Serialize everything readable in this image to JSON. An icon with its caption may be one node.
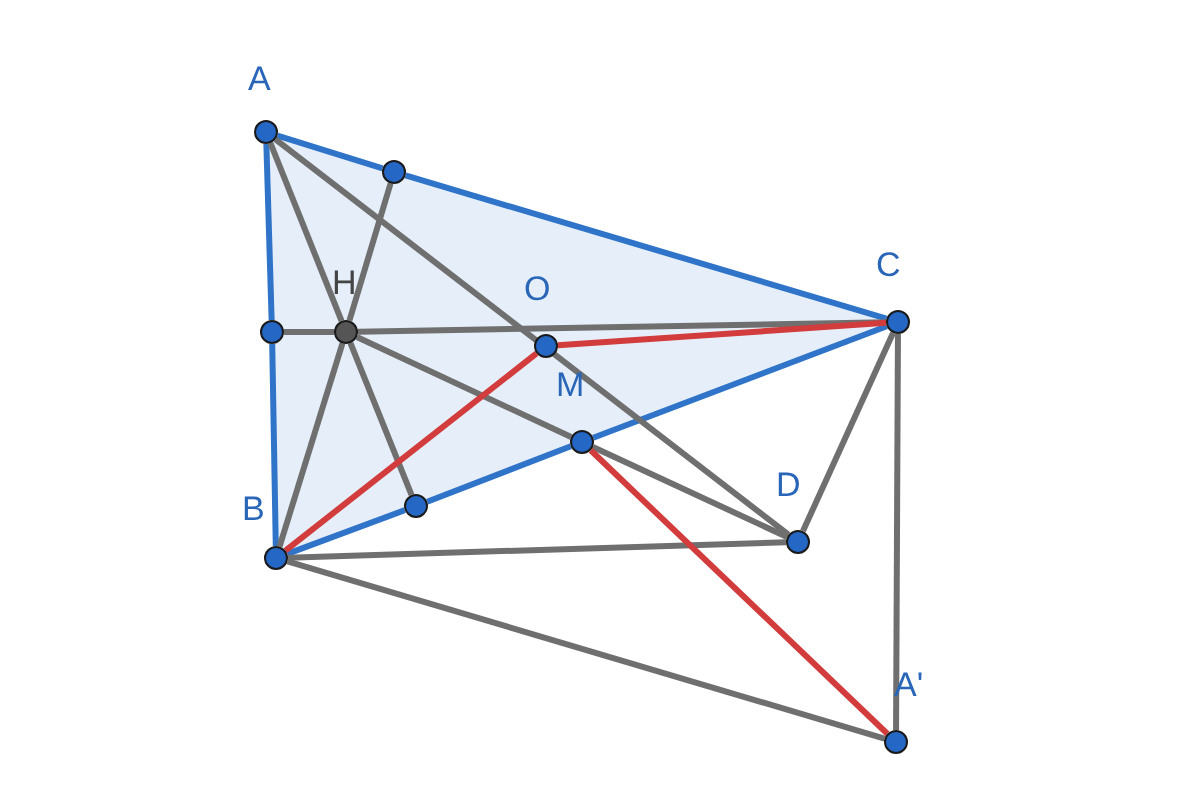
{
  "diagram": {
    "nodes": [
      {
        "text": [
          "A"
        ]
      },
      {
        "text": [
          "B"
        ]
      },
      {
        "text": [
          "C"
        ]
      },
      {
        "text": [
          "H"
        ]
      },
      {
        "text": [
          "O"
        ]
      },
      {
        "text": [
          "M"
        ]
      },
      {
        "text": [
          "D"
        ]
      },
      {
        "text": [
          "A'"
        ]
      },
      {
        "text": [],
        "shape": "circle"
      },
      {
        "text": [],
        "shape": "circle"
      },
      {
        "text": [],
        "shape": "circle"
      }
    ],
    "edges": [
      {
        "from": 0,
        "to": 8,
        "arrow": "none",
        "color": "#2f74c8"
      },
      {
        "from": 8,
        "to": 2,
        "arrow": "none",
        "color": "#2f74c8"
      },
      {
        "from": 0,
        "to": 9,
        "arrow": "none",
        "color": "#2f74c8"
      },
      {
        "from": 9,
        "to": 1,
        "arrow": "none",
        "color": "#2f74c8"
      },
      {
        "from": 1,
        "to": 10,
        "arrow": "none",
        "color": "#2f74c8"
      },
      {
        "from": 10,
        "to": 5,
        "arrow": "none",
        "color": "#2f74c8"
      },
      {
        "from": 5,
        "to": 2,
        "arrow": "none",
        "color": "#2f74c8"
      },
      {
        "from": 0,
        "to": 3,
        "arrow": "none"
      },
      {
        "from": 3,
        "to": 10,
        "arrow": "none"
      },
      {
        "from": 8,
        "to": 3,
        "arrow": "none"
      },
      {
        "from": 3,
        "to": 1,
        "arrow": "none"
      },
      {
        "from": 9,
        "to": 3,
        "arrow": "none"
      },
      {
        "from": 3,
        "to": 2,
        "arrow": "none"
      },
      {
        "from": 0,
        "to": 6,
        "arrow": "none"
      },
      {
        "from": 3,
        "to": 5,
        "arrow": "none"
      },
      {
        "from": 5,
        "to": 6,
        "arrow": "none"
      },
      {
        "from": 1,
        "to": 6,
        "arrow": "none"
      },
      {
        "from": 2,
        "to": 6,
        "arrow": "none"
      },
      {
        "from": 1,
        "to": 7,
        "arrow": "none"
      },
      {
        "from": 2,
        "to": 7,
        "arrow": "none"
      },
      {
        "from": 1,
        "to": 4,
        "arrow": "none",
        "color": "#d23c3c"
      },
      {
        "from": 4,
        "to": 2,
        "arrow": "none",
        "color": "#d23c3c"
      },
      {
        "from": 5,
        "to": 7,
        "arrow": "none",
        "color": "#d23c3c"
      }
    ]
  }
}
